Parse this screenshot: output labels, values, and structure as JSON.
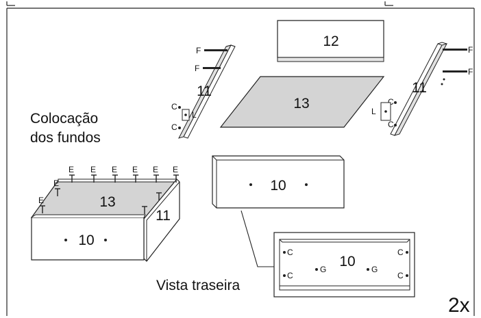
{
  "caption_fundos_line1": "Colocação",
  "caption_fundos_line2": "dos fundos",
  "caption_vista": "Vista traseira",
  "multiplier": "2x",
  "parts": {
    "p10": "10",
    "p11": "11",
    "p12": "12",
    "p13": "13"
  },
  "hardware": {
    "C": "C",
    "E": "E",
    "F": "F",
    "G": "G",
    "L": "L"
  },
  "colors": {
    "line": "#222222",
    "panel_fill": "#ffffff",
    "bottom_fill": "#d4d4d4"
  }
}
